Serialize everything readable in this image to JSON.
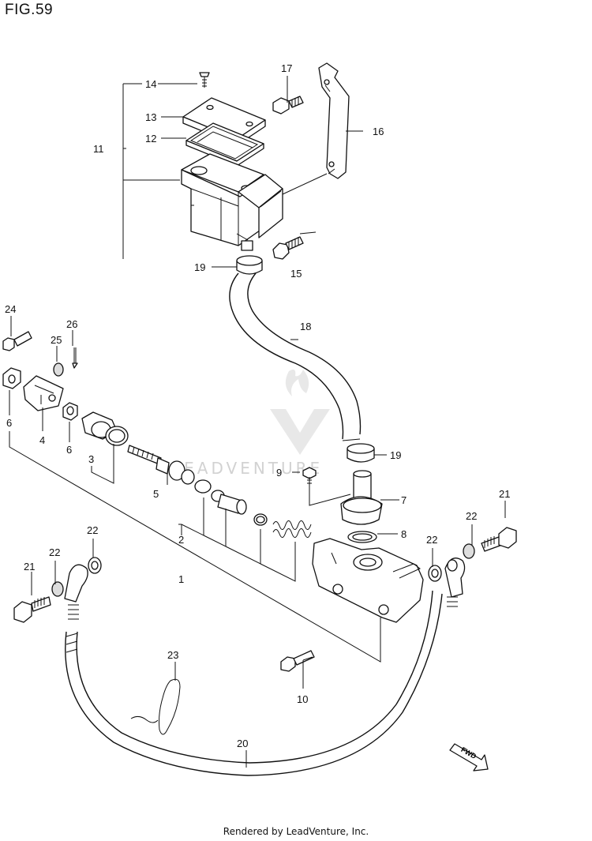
{
  "figure": {
    "title": "FIG.59"
  },
  "footer": {
    "text": "Rendered by LeadVenture, Inc."
  },
  "watermark": {
    "text": "LEADVENTURE"
  },
  "fwd_marker": {
    "text": "FWD"
  },
  "callouts": [
    "1",
    "2",
    "3",
    "4",
    "5",
    "6",
    "6",
    "7",
    "8",
    "9",
    "10",
    "11",
    "12",
    "13",
    "14",
    "15",
    "16",
    "17",
    "18",
    "19",
    "19",
    "20",
    "21",
    "21",
    "22",
    "22",
    "22",
    "22",
    "23",
    "24",
    "25",
    "26"
  ]
}
